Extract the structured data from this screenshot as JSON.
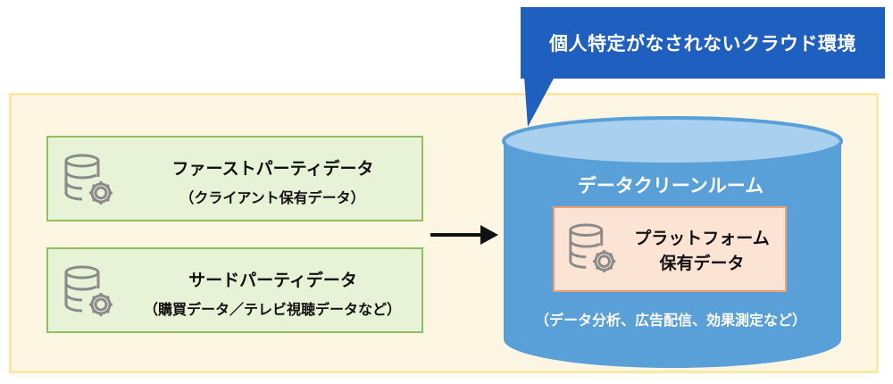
{
  "callout": {
    "text": "個人特定がなされないクラウド環境"
  },
  "sources": [
    {
      "title": "ファーストパーティデータ",
      "subtitle": "（クライアント保有データ）",
      "icon": "database-gear-icon"
    },
    {
      "title": "サードパーティデータ",
      "subtitle": "（購買データ／テレビ視聴データなど）",
      "icon": "database-gear-icon"
    }
  ],
  "clean_room": {
    "title": "データクリーンルーム",
    "platform": {
      "line1": "プラットフォーム",
      "line2": "保有データ",
      "icon": "database-gear-icon"
    },
    "caption": "（データ分析、広告配信、効果測定など）"
  },
  "colors": {
    "callout": "#1f5fbf",
    "environment_fill": "#fdf6e3",
    "environment_border": "#fbe9a8",
    "source_fill": "#e8f2d7",
    "source_border": "#8fbf5e",
    "cylinder_body": "#5aa0d8",
    "cylinder_top": "#aad0f0",
    "platform_fill": "#fce4d4",
    "platform_border": "#f0a070"
  }
}
